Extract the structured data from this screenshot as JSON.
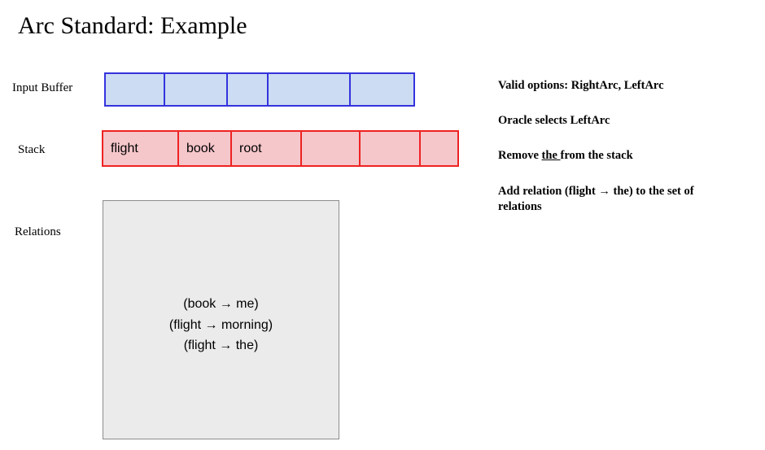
{
  "slide": {
    "title": "Arc Standard: Example"
  },
  "labels": {
    "input_buffer": "Input Buffer",
    "stack": "Stack",
    "relations": "Relations"
  },
  "input_buffer": {
    "border_color": "#3333dd",
    "fill_color": "#ccdcf2",
    "cells": [
      "",
      "",
      "",
      "",
      ""
    ]
  },
  "stack": {
    "border_color": "#ee2222",
    "fill_color": "#f5c6ca",
    "cells": [
      "flight",
      "book",
      "root",
      "",
      "",
      ""
    ]
  },
  "relations": {
    "border_color": "#8c8c8c",
    "fill_color": "#ebebeb",
    "items": [
      "(book → me)",
      "(flight → morning)",
      "(flight → the)"
    ]
  },
  "notes": {
    "valid_options": "Valid options: RightArc, LeftArc",
    "oracle": "Oracle selects LeftArc",
    "remove_prefix": "Remove ",
    "remove_underlined": "the ",
    "remove_suffix": "from the stack",
    "add_relation": "Add relation (flight → the) to the set of relations"
  }
}
